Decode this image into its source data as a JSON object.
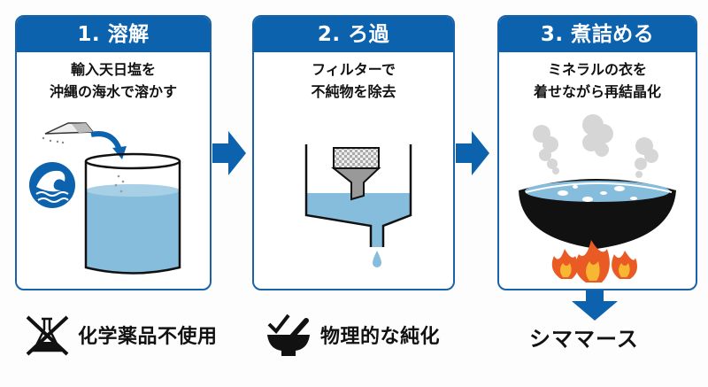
{
  "colors": {
    "brand_blue": "#0d62ad",
    "water": "#86bcdc",
    "flame_outer": "#ea5a24",
    "flame_inner": "#f7b733",
    "steam": "#d6d6d6"
  },
  "steps": [
    {
      "title": "1. 溶解",
      "desc_line1": "輸入天日塩を",
      "desc_line2": "沖縄の海水で溶かす",
      "icons": [
        "salt-pile-icon",
        "wave-icon",
        "beaker-icon"
      ]
    },
    {
      "title": "2. ろ過",
      "desc_line1": "フィルターで",
      "desc_line2": "不純物を除去",
      "icons": [
        "filter-icon",
        "funnel-icon",
        "water-drop-icon"
      ]
    },
    {
      "title": "3. 煮詰める",
      "desc_line1": "ミネラルの衣を",
      "desc_line2": "着せながら再結晶化",
      "icons": [
        "steam-icon",
        "boiling-pot-icon",
        "fire-icon"
      ]
    }
  ],
  "features": [
    {
      "label": "化学薬品不使用",
      "icon": "no-chemicals-icon"
    },
    {
      "label": "物理的な純化",
      "icon": "mortar-check-icon"
    }
  ],
  "result": {
    "label": "シママース"
  }
}
